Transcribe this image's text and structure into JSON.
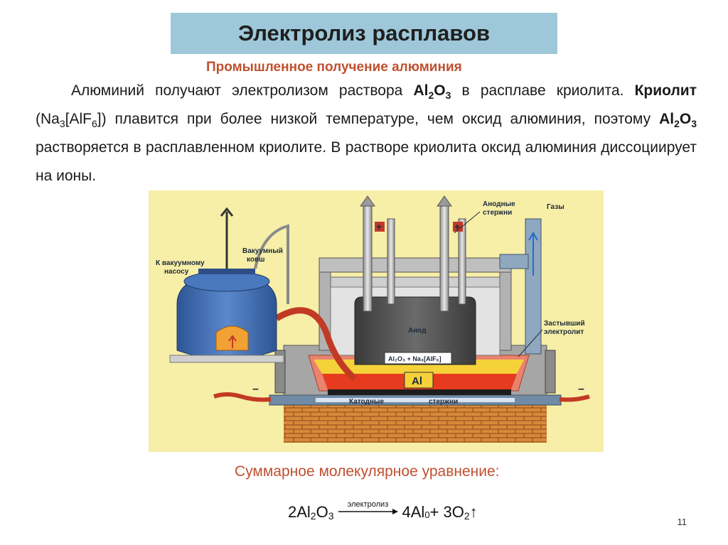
{
  "title": "Электролиз расплавов",
  "subtitle": "Промышленное получение алюминия",
  "paragraph": {
    "s1": "Алюминий получают электролизом раствора ",
    "f1_a": "Al",
    "f1_2": "2",
    "f1_b": "O",
    "f1_3": "3",
    "s2": " в расплаве криолита. ",
    "kriolit": "Криолит",
    "s3": " (Na",
    "na_sub": "3",
    "s4": "[AlF",
    "f_sub": "6",
    "s5": "]) плавится при более низкой температуре, чем оксид алюминия, поэтому ",
    "f2_a": "Al",
    "f2_2": "2",
    "f2_b": "O",
    "f2_3": "3",
    "s6": " растворяется в расплавленном криолите. В растворе криолита оксид алюминия диссоциирует на ионы."
  },
  "diagram": {
    "labels": {
      "vacuum_pump": [
        "К вакуумному",
        "насосу"
      ],
      "vacuum_ladle": [
        "Вакуумный",
        "ковш"
      ],
      "anode_rods": [
        "Анодные",
        "стержни"
      ],
      "gases": "Газы",
      "anode": "Анод",
      "electrolyte": "Al₂O₃ + Na₃[AlF₆]",
      "aluminium": "Al",
      "cathode_rods_left": "Катодные",
      "cathode_rods_right": "стержни",
      "frozen_electrolyte": [
        "Застывший",
        "электролит"
      ],
      "plus": "+",
      "minus": "–"
    },
    "colors": {
      "background": "#f7eea8",
      "steel": "#a6a6a6",
      "anode": "#4a4a4a",
      "aluminium": "#e63b1f",
      "bath": "#f6d23a",
      "ladle": "#3f6fb3",
      "bricks": "#d8883a",
      "gas_pipe": "#8fa7bf"
    }
  },
  "summary_label": "Суммарное молекулярное уравнение:",
  "equation": {
    "r1": "2Al",
    "r1_sub": "2",
    "r1_b": "O",
    "r1_sub2": "3",
    "arrow_label": "электролиз",
    "p1": "4Al",
    "p1_sup": "0",
    "plus": " + 3O",
    "p2_sub": "2",
    "up": "↑"
  },
  "page_number": "11"
}
